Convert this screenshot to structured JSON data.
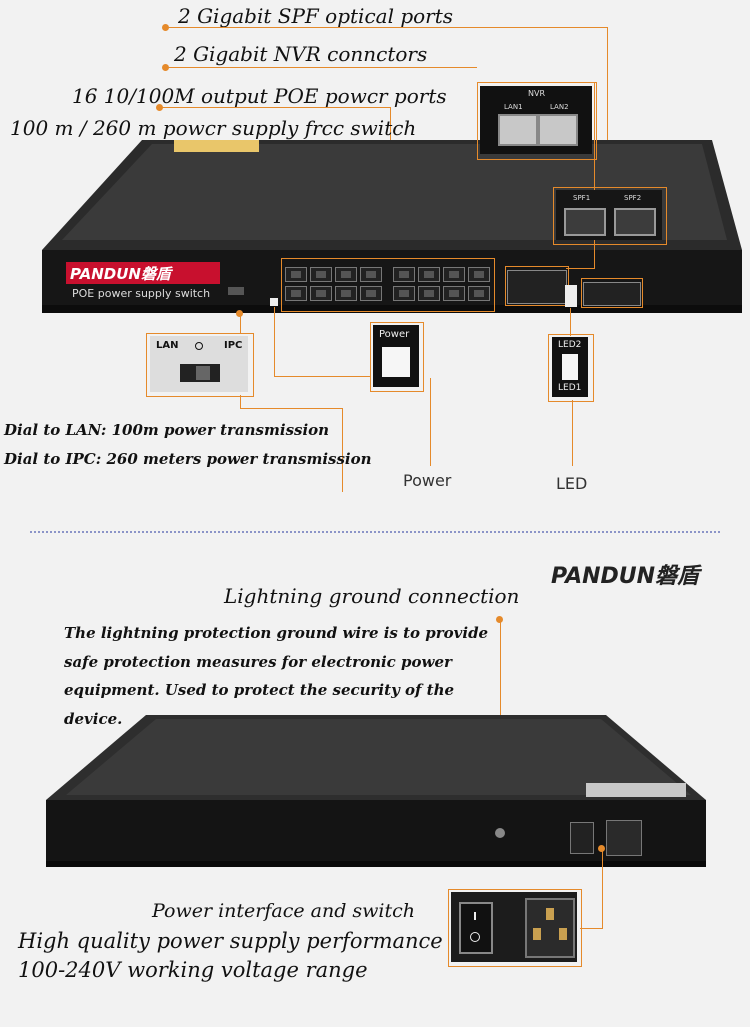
{
  "top": {
    "heading_sfp": "2 Gigabit SPF optical ports",
    "heading_nvr": "2 Gigabit NVR connctors",
    "heading_poe": "16 10/100M output POE powcr ports",
    "heading_switch": "100 m / 260 m powcr supply frcc switch",
    "nvr_box": {
      "title": "NVR",
      "lan1": "LAN1",
      "lan2": "LAN2"
    },
    "sfp_box": {
      "sfp1": "SPF1",
      "sfp2": "SPF2"
    },
    "front_brand": "PANDUN磐盾",
    "front_model": "POE power supply switch",
    "dial_box": {
      "lan": "LAN",
      "ipc": "IPC"
    },
    "power_box_label": "Power",
    "led_box": {
      "led2": "LED2",
      "led1": "LED1"
    },
    "dial_note_1": "Dial to LAN: 100m power transmission",
    "dial_note_2": "Dial to IPC: 260 meters power transmission",
    "power_caption": "Power",
    "led_caption": "LED"
  },
  "bottom": {
    "brand": "PANDUN磐盾",
    "lightning_title": "Lightning ground connection",
    "lightning_desc_1": "The lightning protection ground wire is to provide",
    "lightning_desc_2": "safe protection measures for electronic power",
    "lightning_desc_3": "equipment. Used to protect the security of the",
    "lightning_desc_4": "device.",
    "power_if_title": "Power interface and switch",
    "power_if_line1": "High quality power supply performance",
    "power_if_line2": "100-240V working voltage range"
  },
  "colors": {
    "accent": "#e58a2b",
    "brand_red": "#c8102e",
    "device": "#1b1b1b"
  }
}
